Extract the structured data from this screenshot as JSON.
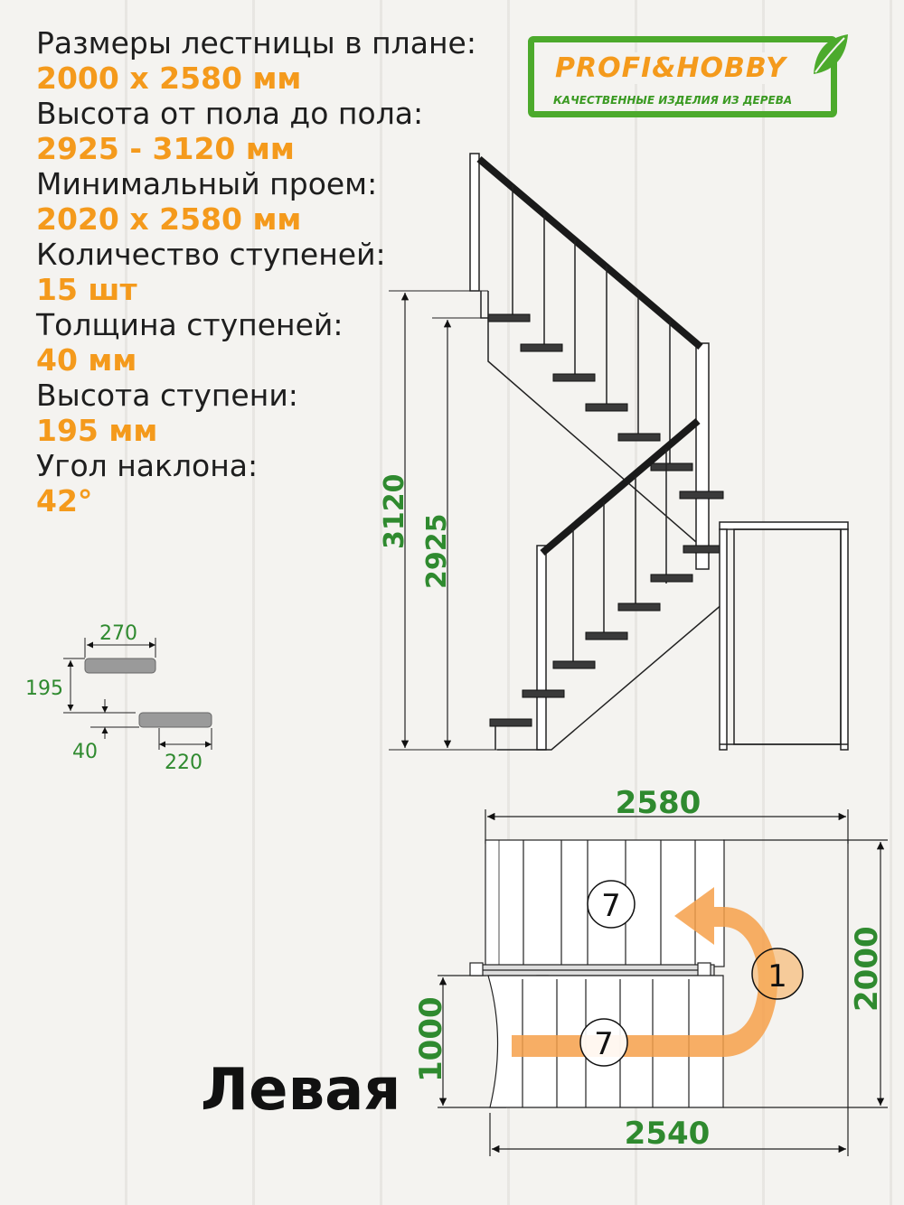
{
  "specs": [
    {
      "label": "Размеры лестницы в плане:",
      "value": "2000 x 2580 мм"
    },
    {
      "label": "Высота от пола до пола:",
      "value": "2925 - 3120 мм"
    },
    {
      "label": "Минимальный проем:",
      "value": "2020 x 2580 мм"
    },
    {
      "label": "Количество ступеней:",
      "value": "15 шт"
    },
    {
      "label": "Толщина ступеней:",
      "value": "40 мм"
    },
    {
      "label": "Высота ступени:",
      "value": "195 мм"
    },
    {
      "label": "Угол наклона:",
      "value": "42°"
    }
  ],
  "logo": {
    "brand": "PROFI&HOBBY",
    "slogan": "КАЧЕСТВЕННЫЕ ИЗДЕЛИЯ ИЗ ДЕРЕВА",
    "icon": "leaf-icon"
  },
  "side_view": {
    "height_outer": "3120",
    "height_inner": "2925"
  },
  "step_detail": {
    "depth_top": "270",
    "rise": "195",
    "thickness": "40",
    "depth_bottom": "220"
  },
  "plan_view": {
    "top_width": "2580",
    "bottom_width": "2540",
    "total_depth": "2000",
    "lower_depth": "1000",
    "upper_flight_steps": "7",
    "lower_flight_steps": "7",
    "landing_steps": "1"
  },
  "variant": "Левая",
  "colors": {
    "accent_orange": "#f49a1c",
    "dimension_green": "#2f8a2f",
    "logo_green": "#4caa2c",
    "arrow_orange": "#f6a04a"
  }
}
